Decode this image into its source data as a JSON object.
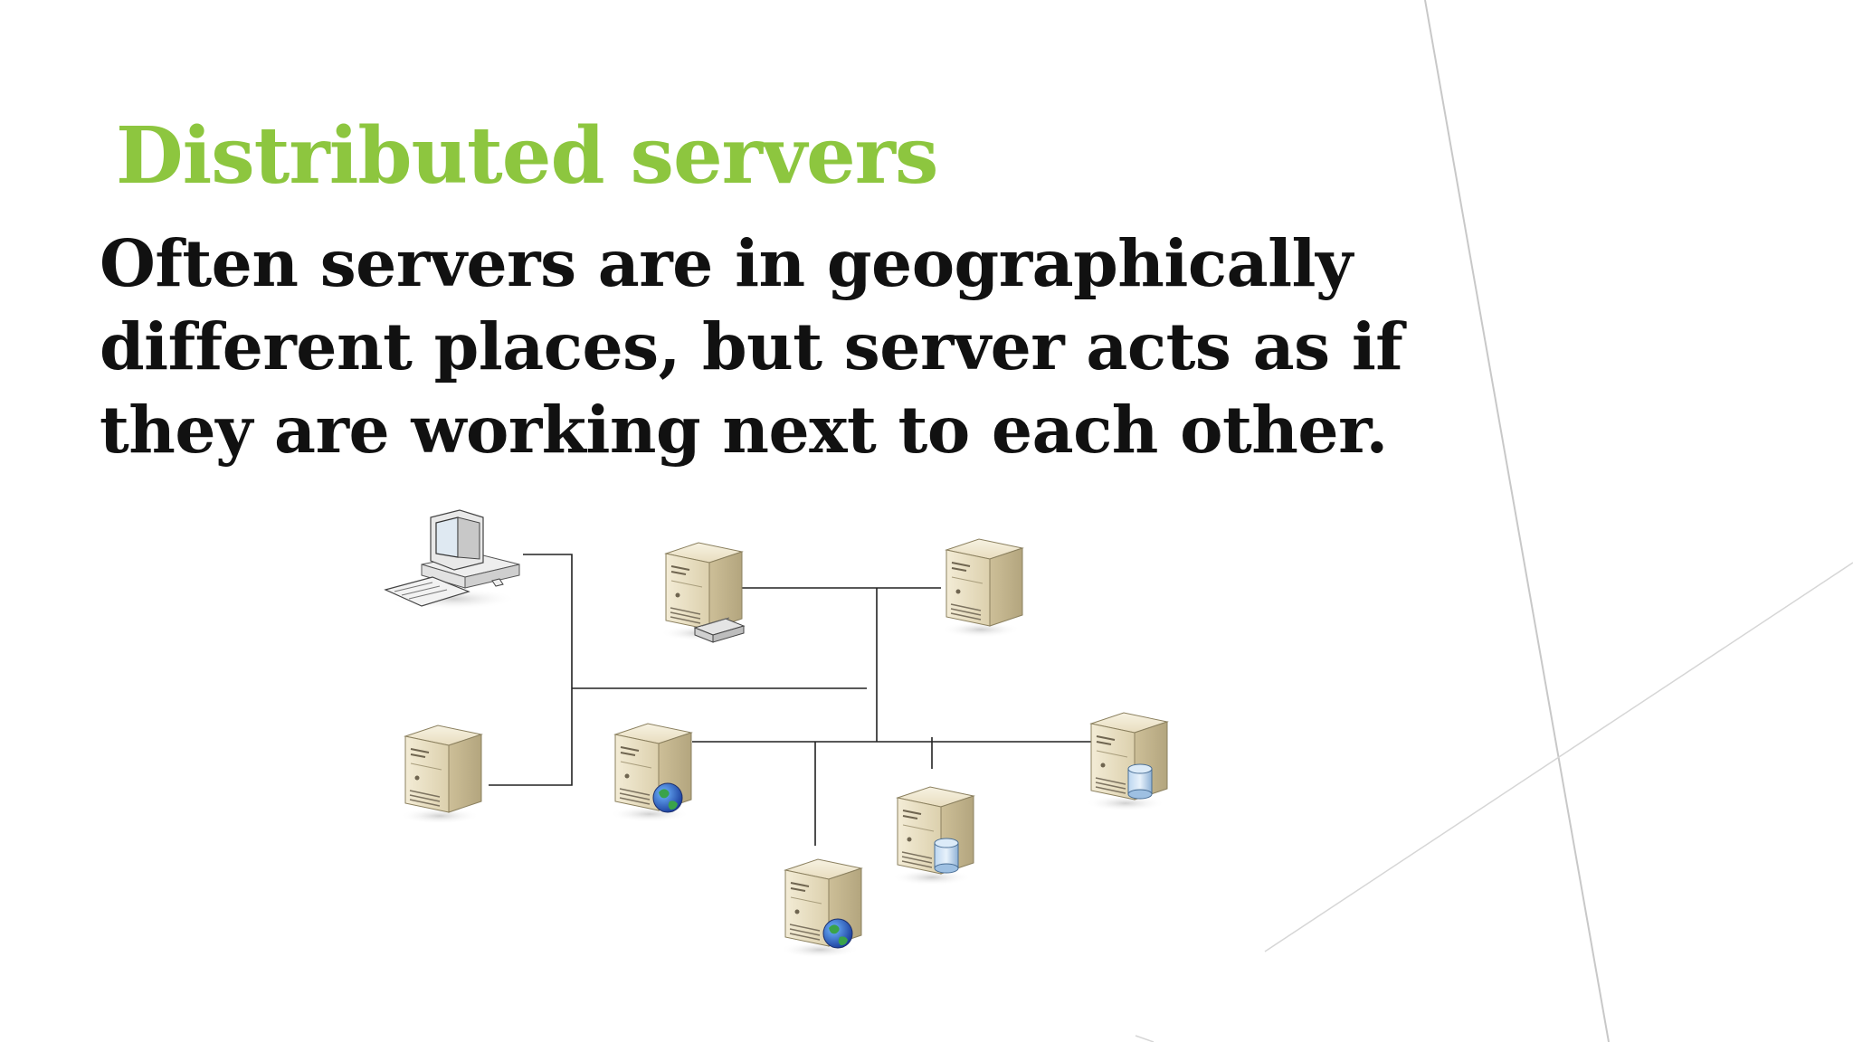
{
  "slide": {
    "title": "Distributed servers",
    "body_lines": [
      "Often servers are in geographically",
      "different places, but server acts as if",
      "they are working next to each other."
    ]
  },
  "diagram": {
    "nodes": [
      {
        "id": "workstation",
        "icon": "desktop-computer-icon"
      },
      {
        "id": "server-print",
        "icon": "server-icon",
        "badge": "printer-icon"
      },
      {
        "id": "server-top-right",
        "icon": "server-icon"
      },
      {
        "id": "server-left",
        "icon": "server-icon"
      },
      {
        "id": "server-web-1",
        "icon": "server-icon",
        "badge": "globe-icon"
      },
      {
        "id": "server-db-right",
        "icon": "server-icon",
        "badge": "database-icon"
      },
      {
        "id": "server-db-center",
        "icon": "server-icon",
        "badge": "database-icon"
      },
      {
        "id": "server-web-2",
        "icon": "server-icon",
        "badge": "globe-icon"
      }
    ]
  },
  "colors": {
    "title": "#8dc63f",
    "text": "#111111",
    "server_body": "#e6dcc0",
    "server_side": "#c9bc98",
    "line": "#222222"
  }
}
